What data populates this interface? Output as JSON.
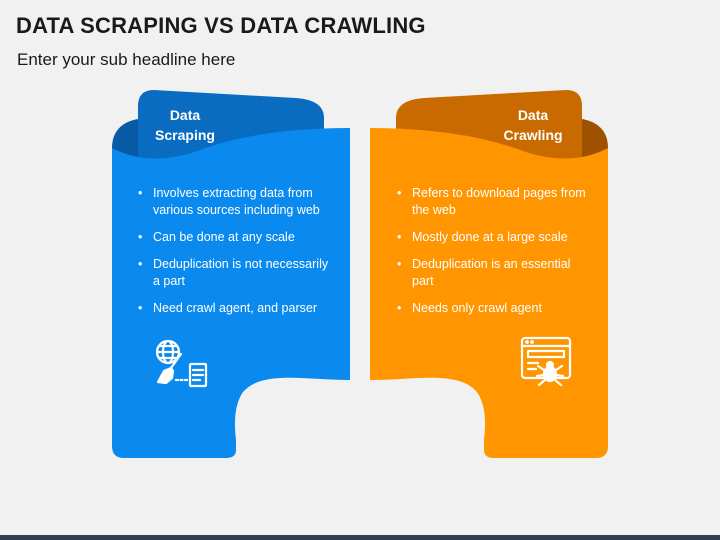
{
  "title": "DATA SCRAPING VS DATA CRAWLING",
  "subtitle": "Enter your sub headline here",
  "colors": {
    "scraping_body": "#0a8aef",
    "scraping_tab": "#0a6cc0",
    "scraping_shade": "#075aa3",
    "crawling_body": "#ff9500",
    "crawling_tab": "#c86a00",
    "crawling_shade": "#9e5200",
    "background": "#f1f1f1"
  },
  "panels": {
    "scraping": {
      "heading_line1": "Data",
      "heading_line2": "Scraping",
      "bullets": [
        "Involves extracting data from various sources including web",
        "Can be done at any scale",
        "Deduplication is not necessarily a part",
        "Need crawl agent, and parser"
      ],
      "icon": "web-scraping-icon"
    },
    "crawling": {
      "heading_line1": "Data",
      "heading_line2": "Crawling",
      "bullets": [
        "Refers to download pages from the web",
        "Mostly done at a large scale",
        "Deduplication is an essential part",
        "Needs only crawl agent"
      ],
      "icon": "web-crawler-icon"
    }
  }
}
